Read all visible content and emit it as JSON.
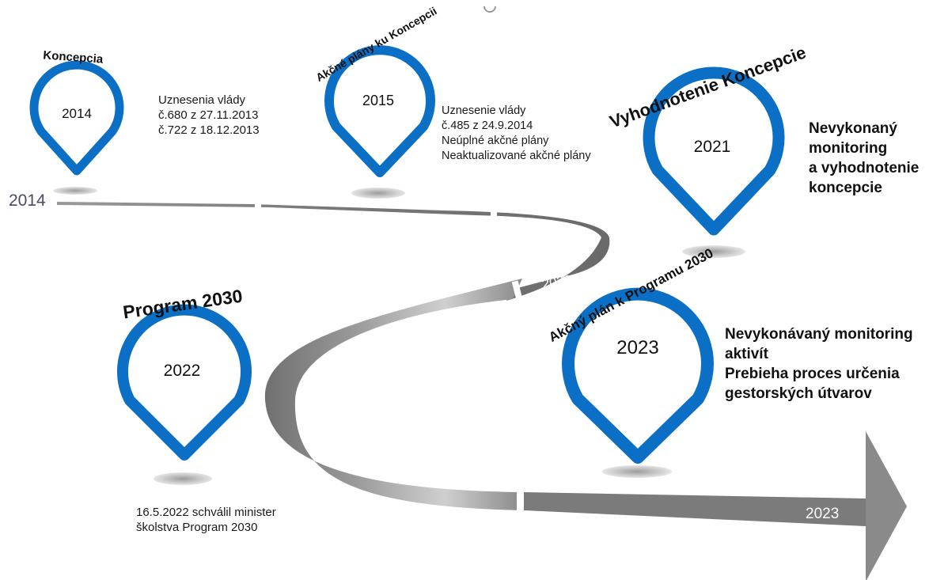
{
  "timeline": {
    "start_year": "2014",
    "mid_year": "2021",
    "end_year": "2023"
  },
  "milestones": [
    {
      "id": "koncepcia",
      "title": "Koncepcia",
      "year": "2014",
      "notes": [
        "Uznesenia vlády",
        "č.680 z 27.11.2013",
        "č.722 z 18.12.2013"
      ]
    },
    {
      "id": "akcne-plany",
      "title": "Akčné plány ku Koncepcii",
      "year": "2015",
      "notes": [
        "Uznesenie vlády",
        "č.485 z 24.9.2014",
        "Neúplné akčné plány",
        "Neaktualizované akčné plány"
      ]
    },
    {
      "id": "vyhodnotenie",
      "title": "Vyhodnotenie Koncepcie",
      "year": "2021",
      "notes": [
        "Nevykonaný",
        "monitoring",
        "a vyhodnotenie",
        "koncepcie"
      ]
    },
    {
      "id": "program-2030",
      "title": "Program 2030",
      "year": "2022",
      "notes": [
        "16.5.2022 schválil minister",
        "školstva Program 2030"
      ]
    },
    {
      "id": "akcny-plan-2030",
      "title": "Akčný plán k Programu 2030",
      "year": "2023",
      "notes": [
        "Nevykonávaný monitoring",
        "aktivít",
        "Prebieha proces určenia",
        "gestorských útvarov"
      ]
    }
  ],
  "colors": {
    "pin_blue": "#0b6fc6",
    "road_dark": "#6e6e6e",
    "road_light": "#c8c8c8",
    "shadow": "#bdbdbd"
  }
}
